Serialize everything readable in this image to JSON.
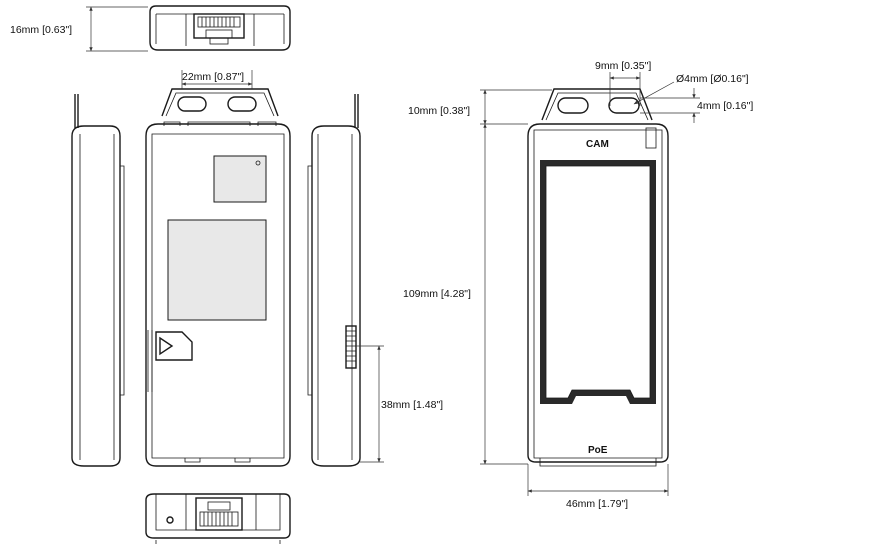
{
  "dimensions": {
    "height_top": "16mm [0.63\"]",
    "bracket_width": "22mm [0.87\"]",
    "hole_spacing": "9mm [0.35\"]",
    "hole_diameter": "Ø4mm [Ø0.16\"]",
    "hole_offset": "4mm [0.16\"]",
    "bracket_height": "10mm [0.38\"]",
    "body_height": "109mm [4.28\"]",
    "port_offset": "38mm [1.48\"]",
    "body_width": "46mm [1.79\"]"
  },
  "labels": {
    "cam": "CAM",
    "poe": "PoE"
  }
}
